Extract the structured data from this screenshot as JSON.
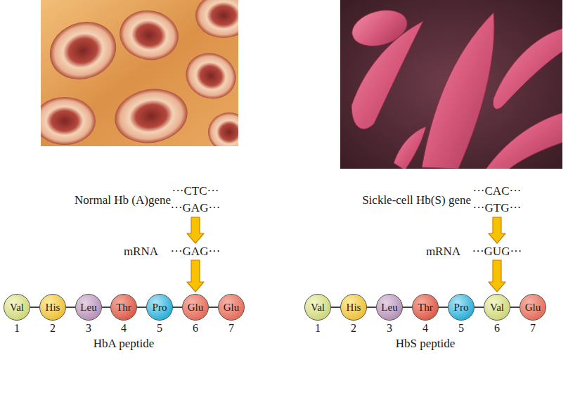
{
  "diagram": {
    "nodes": [
      {
        "text": [
          "Val"
        ]
      },
      {
        "text": [
          "His"
        ]
      },
      {
        "text": [
          "Leu"
        ]
      },
      {
        "text": [
          "Thr"
        ]
      },
      {
        "text": [
          "Pro"
        ]
      },
      {
        "text": [
          "Glu"
        ]
      },
      {
        "text": [
          "Glu"
        ]
      },
      {
        "text": [
          "Val"
        ]
      },
      {
        "text": [
          "His"
        ]
      },
      {
        "text": [
          "Leu"
        ]
      },
      {
        "text": [
          "Thr"
        ]
      },
      {
        "text": [
          "Pro"
        ]
      },
      {
        "text": [
          "Val"
        ]
      },
      {
        "text": [
          "Glu"
        ]
      }
    ],
    "edges": [
      {
        "from": 0,
        "to": 1,
        "arrow": "none"
      },
      {
        "from": 1,
        "to": 2,
        "arrow": "none"
      },
      {
        "from": 2,
        "to": 3,
        "arrow": "none"
      },
      {
        "from": 3,
        "to": 4,
        "arrow": "none"
      },
      {
        "from": 4,
        "to": 5,
        "arrow": "none"
      },
      {
        "from": 5,
        "to": 6,
        "arrow": "none"
      },
      {
        "from": 7,
        "to": 8,
        "arrow": "none"
      },
      {
        "from": 8,
        "to": 9,
        "arrow": "none"
      },
      {
        "from": 9,
        "to": 10,
        "arrow": "none"
      },
      {
        "from": 10,
        "to": 11,
        "arrow": "none"
      },
      {
        "from": 11,
        "to": 12,
        "arrow": "none"
      },
      {
        "from": 12,
        "to": 13,
        "arrow": "none"
      }
    ],
    "labels": [
      "Normal Hb (A)gene",
      "···CTC···",
      "···GAG···",
      "mRNA",
      "···GAG···",
      "1",
      "2",
      "3",
      "4",
      "5",
      "6",
      "7",
      "HbA peptide",
      "Sickle-cell Hb(S) gene",
      "···CAC···",
      "···GTG···",
      "mRNA",
      "···GUG···",
      "1",
      "2",
      "3",
      "4",
      "5",
      "6",
      "7",
      "HbS peptide"
    ]
  }
}
